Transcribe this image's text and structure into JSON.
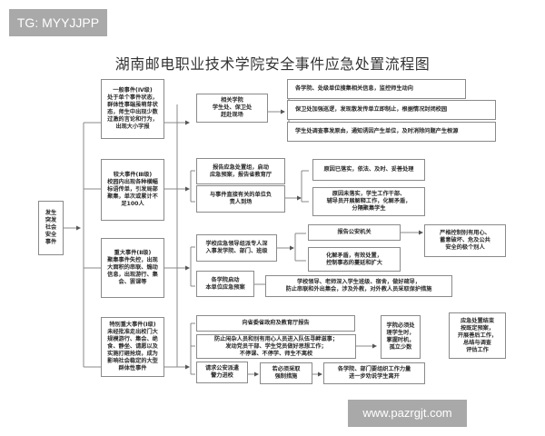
{
  "watermarks": {
    "top_left": "TG: MYYJJPP",
    "bottom_right": "www.pazrgjt.com"
  },
  "title": "湖南邮电职业技术学院安全事件应急处置流程图",
  "root": "发生\n突发\n社会\n安全\n事件",
  "levels": [
    {
      "label": "一般事件(Ⅳ级)\n处于单个事件状态，\n群体性事端虽萌芽状\n态，师生中出现少数\n过激的言论和行为，\n出现大小字报",
      "actions": [
        {
          "text": "相关学院\n学生处、保卫处\n赶赴现场"
        }
      ],
      "outcomes": [
        "各学院、处级单位搜集相关信息，监控师生动向",
        "保卫处加强巡逻，发现散发传单立即制止，根据情况封闭校园",
        "学生处调查事发原由，通知诱因产生单位，及时消除问题产生根源"
      ]
    },
    {
      "label": "较大事件(Ⅲ级)\n校园内出现各种横幅\n标语传单，引发局部\n聚集，单次或累计不\n足100人",
      "actions": [
        {
          "text": "报告应急处置组，启动\n应急预案，报告省教育厅"
        },
        {
          "text": "与事件直接有关的单位负\n责人到场"
        }
      ],
      "outcomes": [
        "原因已落实，依法、及时、妥善处理",
        "原因未落实，学生工作干部、\n辅导员开展解释工作，化解矛盾，\n分隔聚集学生"
      ]
    },
    {
      "label": "重大事件(Ⅱ级)\n聚集事件失控，出现\n大面积的串联、煽动\n信息，出现游行、集\n会、罢课等",
      "actions": [
        {
          "text": "学校应急领导组派专人深\n入事发学院、部门、班级"
        },
        {
          "text": "各学院启动\n本单位应急预案"
        }
      ],
      "outcomes": [
        "报告公安机关",
        "化解矛盾，有效处置，\n控制事态的蔓延和扩大",
        "学校领导、老师深入学生班级、宿舍，做好疏导，\n防止串联和外出集会，涉及外教，对外教人员采取保护措施"
      ],
      "final": "严格控制别有用心、\n蓄意破坏、危及公共\n安全的极个别人"
    },
    {
      "label": "特别重大事件(Ⅰ级)\n未经批准走出校门大\n规模游行、集会、绝\n食、静坐、请愿以及\n实施打砸抢烧，成为\n影响社会稳定的大型\n群体性事件",
      "actions": [
        {
          "text": "向省委省政府及教育厅报告"
        },
        {
          "text": "防止闲杂人员和别有用心人员进入队伍寻衅滋事；\n发动党员干部、学生党员做好思想工作；\n不停课、不停学、师生不离校"
        },
        {
          "text": "请求公安派遣\n警力进校"
        }
      ],
      "chain": [
        "若必须采取\n强制措施",
        "各学院、部门要组织工作力量\n进一步劝说学生离开"
      ],
      "outcome": "学院必须处\n理学生时，\n掌握时机，\n孤立少数"
    }
  ],
  "conclusion": "应急处置结束\n按既定预案，\n开展善后工作，\n总结与调查\n评估工作"
}
